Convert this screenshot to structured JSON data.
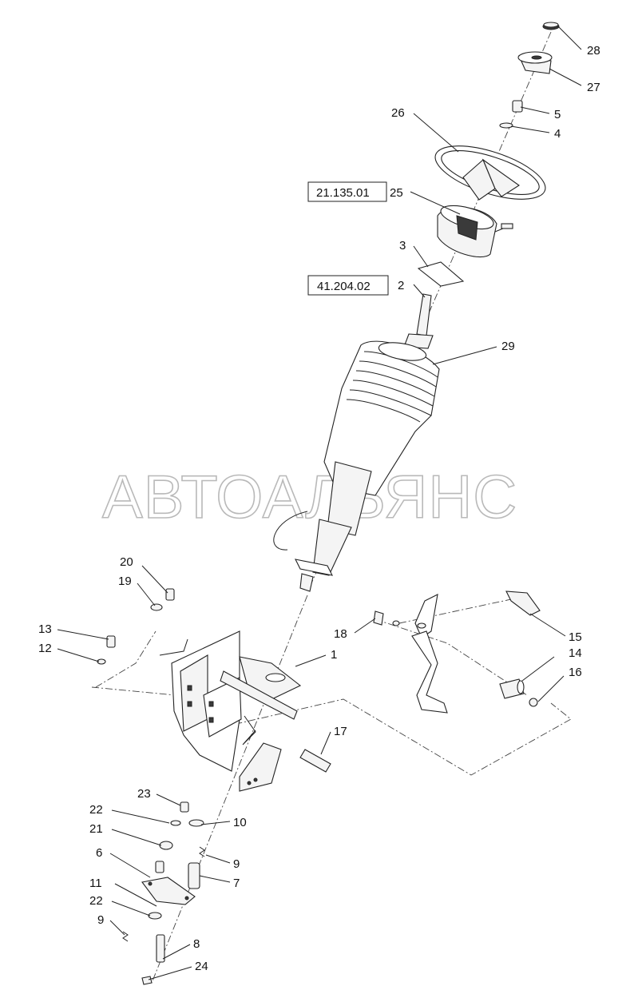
{
  "watermark": "АВТОАЛЬЯНС",
  "refs": {
    "ref_21135": "21.135.01",
    "ref_41204": "41.204.02"
  },
  "labels": {
    "p28": "28",
    "p27": "27",
    "p5": "5",
    "p26": "26",
    "p4": "4",
    "p25": "25",
    "p3": "3",
    "p2": "2",
    "p29": "29",
    "p20": "20",
    "p19": "19",
    "p13": "13",
    "p12": "12",
    "p18": "18",
    "p15": "15",
    "p1": "1",
    "p14": "14",
    "p16": "16",
    "p17": "17",
    "p23": "23",
    "p22a": "22",
    "p21": "21",
    "p10": "10",
    "p6": "6",
    "p9a": "9",
    "p7": "7",
    "p11": "11",
    "p22b": "22",
    "p9b": "9",
    "p8": "8",
    "p24": "24"
  }
}
